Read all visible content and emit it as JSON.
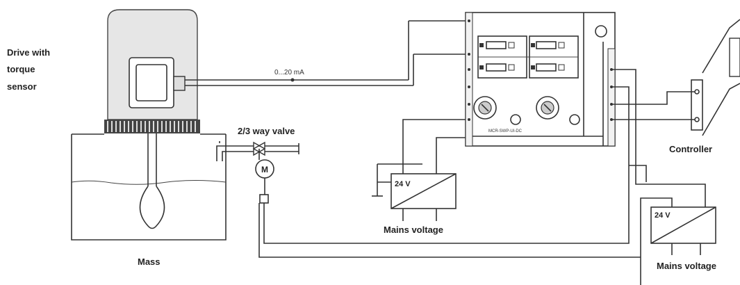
{
  "labels": {
    "drive_line1": "Drive with",
    "drive_line2": "torque",
    "drive_line3": "sensor",
    "signal": "0...20 mA",
    "valve": "2/3 way valve",
    "motor": "M",
    "mass": "Mass",
    "controller": "Controller",
    "psu1_voltage": "24 V",
    "psu1_mains": "Mains voltage",
    "psu2_voltage": "24 V",
    "psu2_mains": "Mains voltage",
    "module_name": "MCR-SWP-UI-DC"
  }
}
